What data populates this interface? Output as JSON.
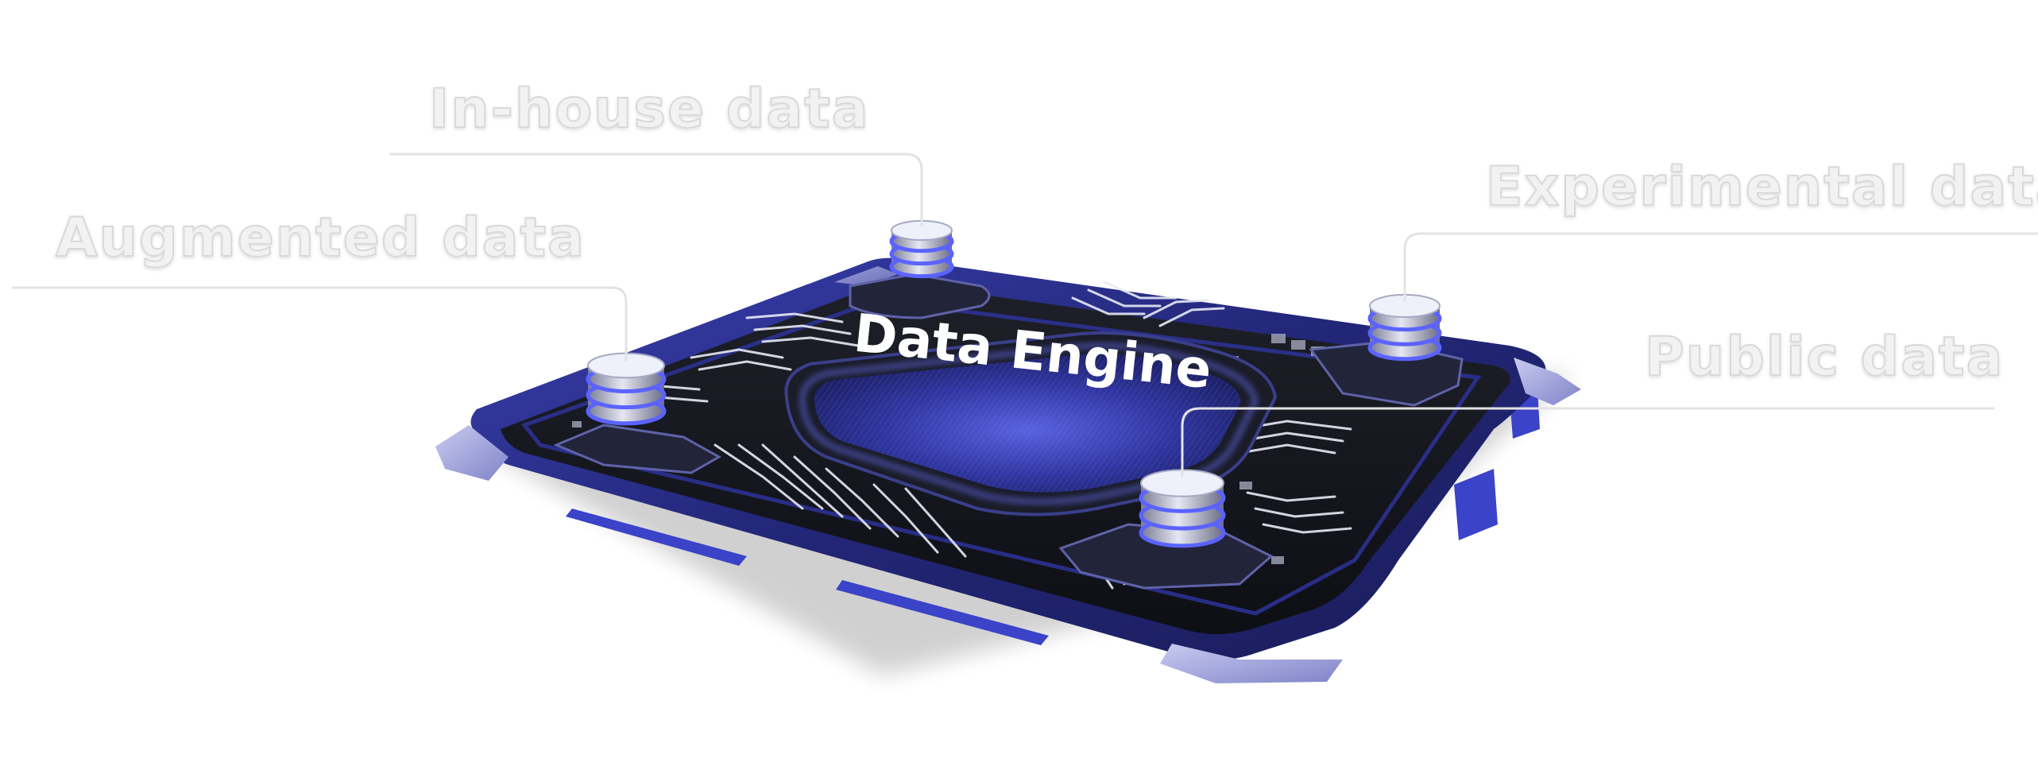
{
  "center_label": "Data Engine",
  "callouts": [
    {
      "id": "in-house",
      "label": "In-house data"
    },
    {
      "id": "augmented",
      "label": "Augmented data"
    },
    {
      "id": "experimental",
      "label": "Experimental data"
    },
    {
      "id": "public",
      "label": "Public data"
    }
  ],
  "colors": {
    "label_fill": "#f2f2f2",
    "label_outline": "#dcdcdc",
    "leader_line": "#e6e6e6",
    "board_dark": "#16171f",
    "board_rim": "#2a2f8a",
    "accent_blue": "#3b43c8",
    "chip_glow": "#4a52d6",
    "metal_light": "#c8c9dc"
  },
  "icons": [
    "database-cylinder-icon"
  ]
}
